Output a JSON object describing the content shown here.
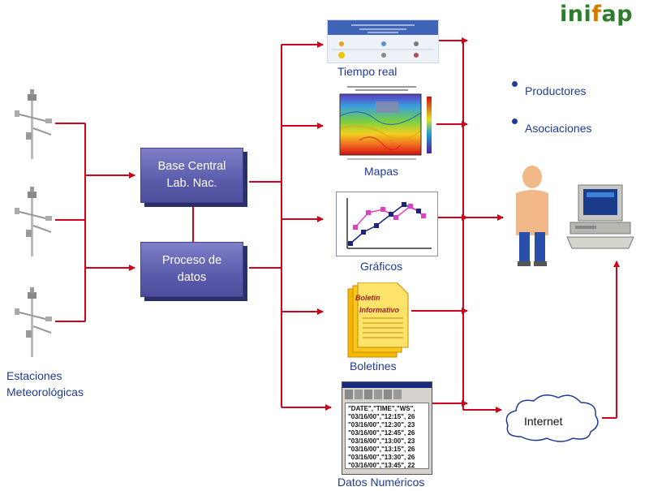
{
  "logo": {
    "text_a": "ini",
    "text_f": "f",
    "text_b": "ap"
  },
  "stations": {
    "label_line1": "Estaciones",
    "label_line2": "Meteorológicas"
  },
  "boxes": {
    "central_line1": "Base Central",
    "central_line2": "Lab. Nac.",
    "process_line1": "Proceso de",
    "process_line2": "datos"
  },
  "outputs": {
    "realtime": "Tiempo real",
    "maps": "Mapas",
    "graphs": "Gráficos",
    "bulletins": "Boletines",
    "numeric": "Datos Numéricos"
  },
  "bulletin_doc": {
    "line1": "Boletin",
    "line2": "Informativo"
  },
  "numeric_table": {
    "header": "\"DATE\",\"TIME\",\"WS\",",
    "rows": [
      "\"03/16/00\",\"12:15\", 26",
      "\"03/16/00\",\"12:30\", 23",
      "\"03/16/00\",\"12:45\", 26",
      "\"03/16/00\",\"13:00\", 23",
      "\"03/16/00\",\"13:15\", 26",
      "\"03/16/00\",\"13:30\", 26",
      "\"03/16/00\",\"13:45\", 22"
    ]
  },
  "audience": {
    "producers": "Productores",
    "associations": "Asociaciones"
  },
  "internet": "Internet",
  "colors": {
    "arrow": "#d0021b",
    "box": "#5a5bab",
    "label": "#1f3a93"
  }
}
